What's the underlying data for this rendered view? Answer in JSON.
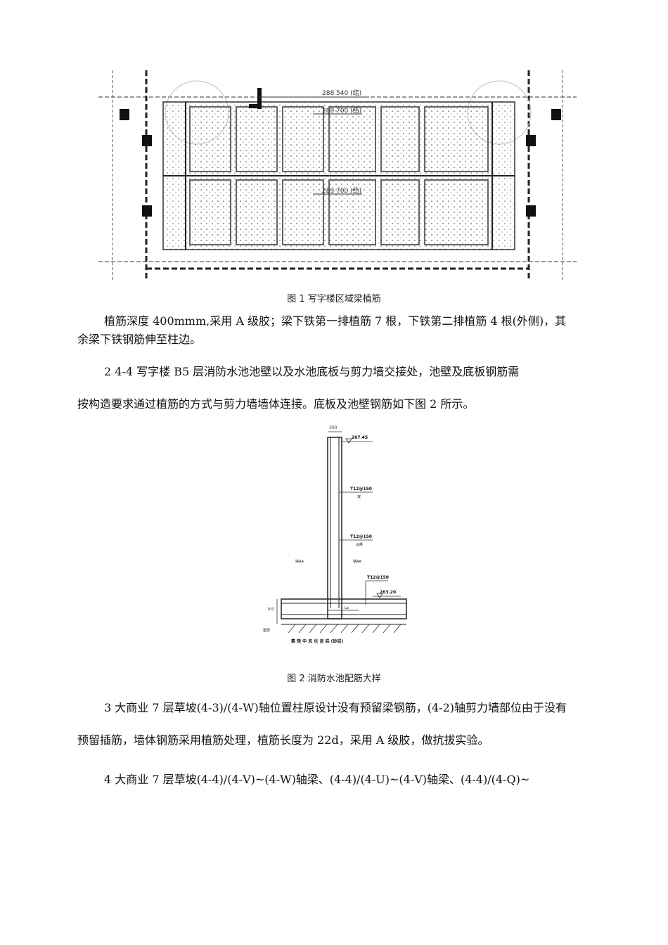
{
  "figure1": {
    "caption": "图 1 写字楼区域梁植筋",
    "labels": [
      "288  540 (结)",
      "289  700 (结)",
      "289  700 (结)"
    ]
  },
  "paragraphs": {
    "p1_line1": "植筋深度 400mmm,采用 A 级胶；梁下铁第一排植筋 7 根，下铁第二排植筋 4 根(外侧)，其",
    "p1_line2": "余梁下铁钢筋伸至柱边。",
    "p2_line1": "2  4-4 写字楼 B5 层消防水池池壁以及水池底板与剪力墙交接处，池壁及底板钢筋需",
    "p2_line2": "按构造要求通过植筋的方式与剪力墙墙体连接。底板及池壁钢筋如下图 2 所示。",
    "p3_line1": "3 大商业 7 层草坡(4-3)/(4-W)轴位置柱原设计没有预留梁钢筋，(4-2)轴剪力墙部位由于没有",
    "p3_line2": "预留插筋，墙体钢筋采用植筋处理，植筋长度为 22d，采用 A 级胶，做抗拔实验。",
    "p4_line1": "4  大商业 7 层草坡(4-4)/(4-V)~(4-W)轴梁、(4-4)/(4-U)~(4-V)轴梁、(4-4)/(4-Q)~"
  },
  "figure2": {
    "caption": "图 2 消防水池配筋大样",
    "labels": {
      "top_dim": "300",
      "elev_top": "267.45",
      "rebar1": "T12@150",
      "rebar1_sub": "双",
      "rebar2": "T12@150",
      "rebar2_sub": "@排",
      "rebar3": "T12@150",
      "elev_bottom": "263.20",
      "left_label": "墙AA",
      "right_label": "墙AA",
      "side_dim": "300",
      "la": "La",
      "bottom_left": "垫层",
      "bottom_note": "素 垫 中 风 化 泥 岩 (砂岩)"
    }
  }
}
